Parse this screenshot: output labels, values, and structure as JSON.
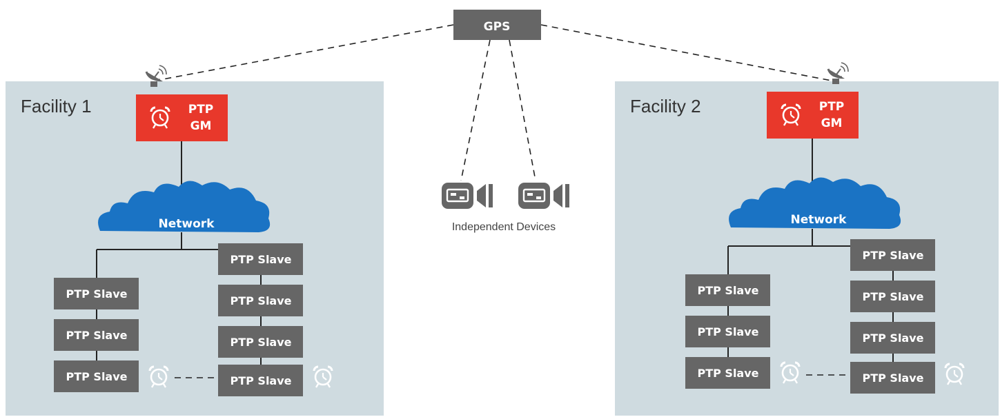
{
  "colors": {
    "facility_bg": "#cfdbe0",
    "box_dark": "#666666",
    "grandmaster_red": "#e8382b",
    "cloud_blue": "#1a73c4",
    "text_white": "#ffffff"
  },
  "gps": {
    "label": "GPS"
  },
  "independent": {
    "caption": "Independent Devices",
    "icon": "camera-device-icon"
  },
  "facility1": {
    "title": "Facility 1",
    "gm_line1": "PTP",
    "gm_line2": "GM",
    "network": "Network",
    "slave": "PTP Slave"
  },
  "facility2": {
    "title": "Facility 2",
    "gm_line1": "PTP",
    "gm_line2": "GM",
    "network": "Network",
    "slave": "PTP Slave"
  },
  "icons": [
    "satellite-dish-icon",
    "alarm-clock-icon",
    "cloud-icon",
    "camera-device-icon"
  ]
}
